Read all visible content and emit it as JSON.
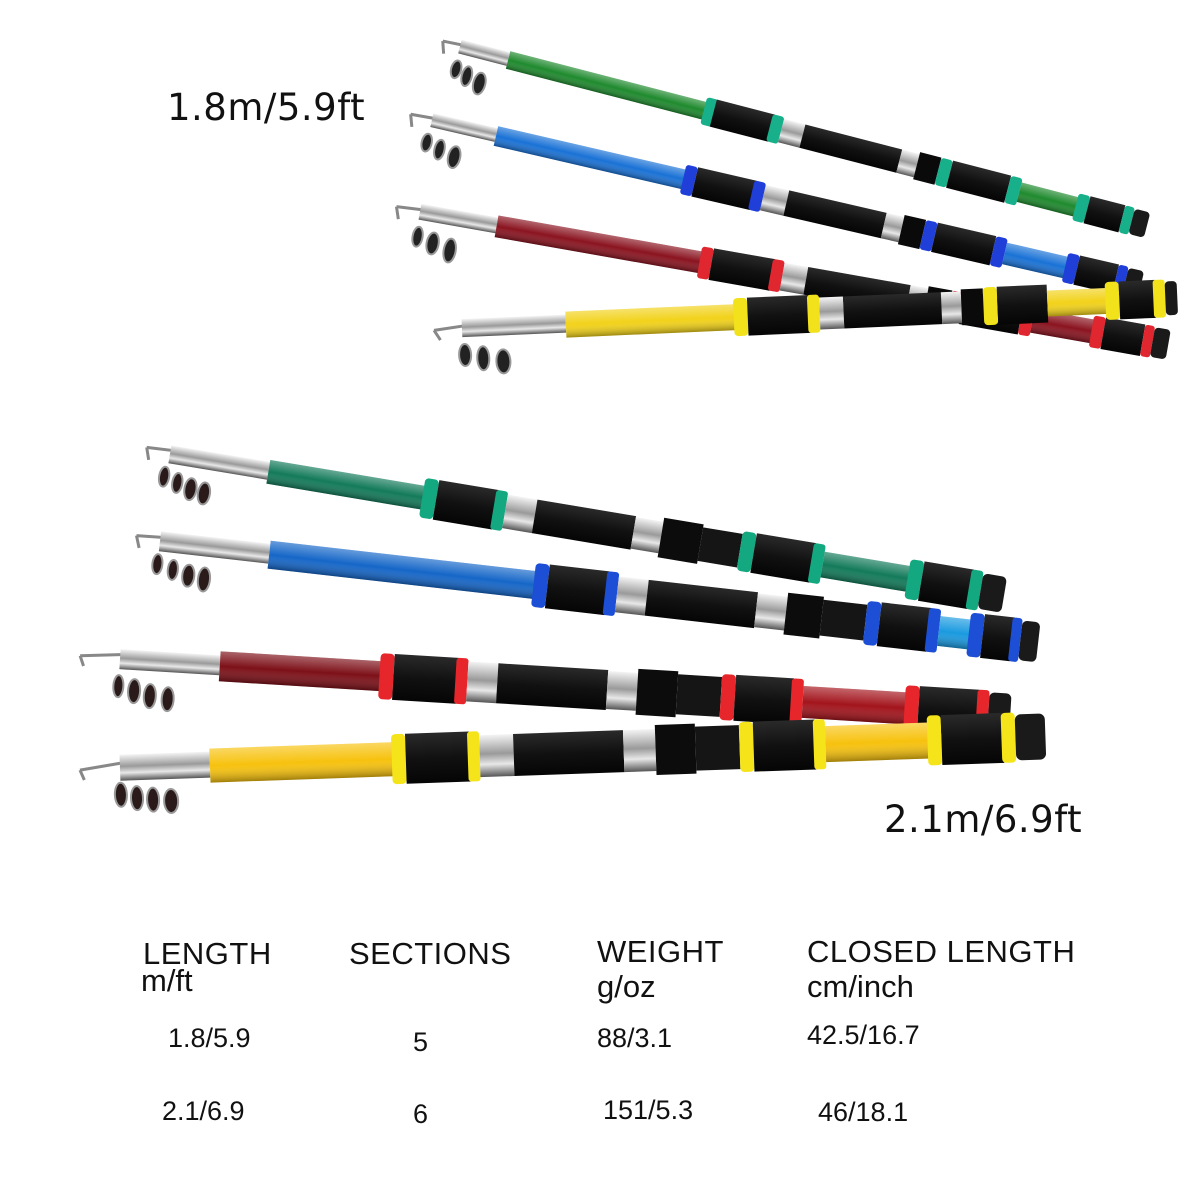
{
  "labels": {
    "top_group": "1.8m/5.9ft",
    "bottom_group": "2.1m/6.9ft"
  },
  "rods": {
    "top_group_colors": [
      "#1f8a2e",
      "#1a72d6",
      "#8a1420",
      "#f2d21a"
    ],
    "top_group_ring_colors": [
      "#17b08a",
      "#1f3fd8",
      "#e0262e",
      "#f1e21c"
    ],
    "bottom_group_colors": [
      "#137a5a",
      "#1566c8",
      "#7d1018",
      "#f7c20e"
    ],
    "bottom_group_ring_colors": [
      "#14a880",
      "#1d4fd6",
      "#e6262a",
      "#f5e41a"
    ]
  },
  "spec_table": {
    "headers": [
      {
        "title": "LENGTH",
        "unit": "m/ft"
      },
      {
        "title": "SECTIONS",
        "unit": ""
      },
      {
        "title": "WEIGHT",
        "unit": "g/oz"
      },
      {
        "title": "CLOSED LENGTH",
        "unit": "cm/inch"
      }
    ],
    "rows": [
      [
        "1.8/5.9",
        "5",
        "88/3.1",
        "42.5/16.7"
      ],
      [
        "2.1/6.9",
        "6",
        "151/5.3",
        "46/18.1"
      ]
    ]
  }
}
